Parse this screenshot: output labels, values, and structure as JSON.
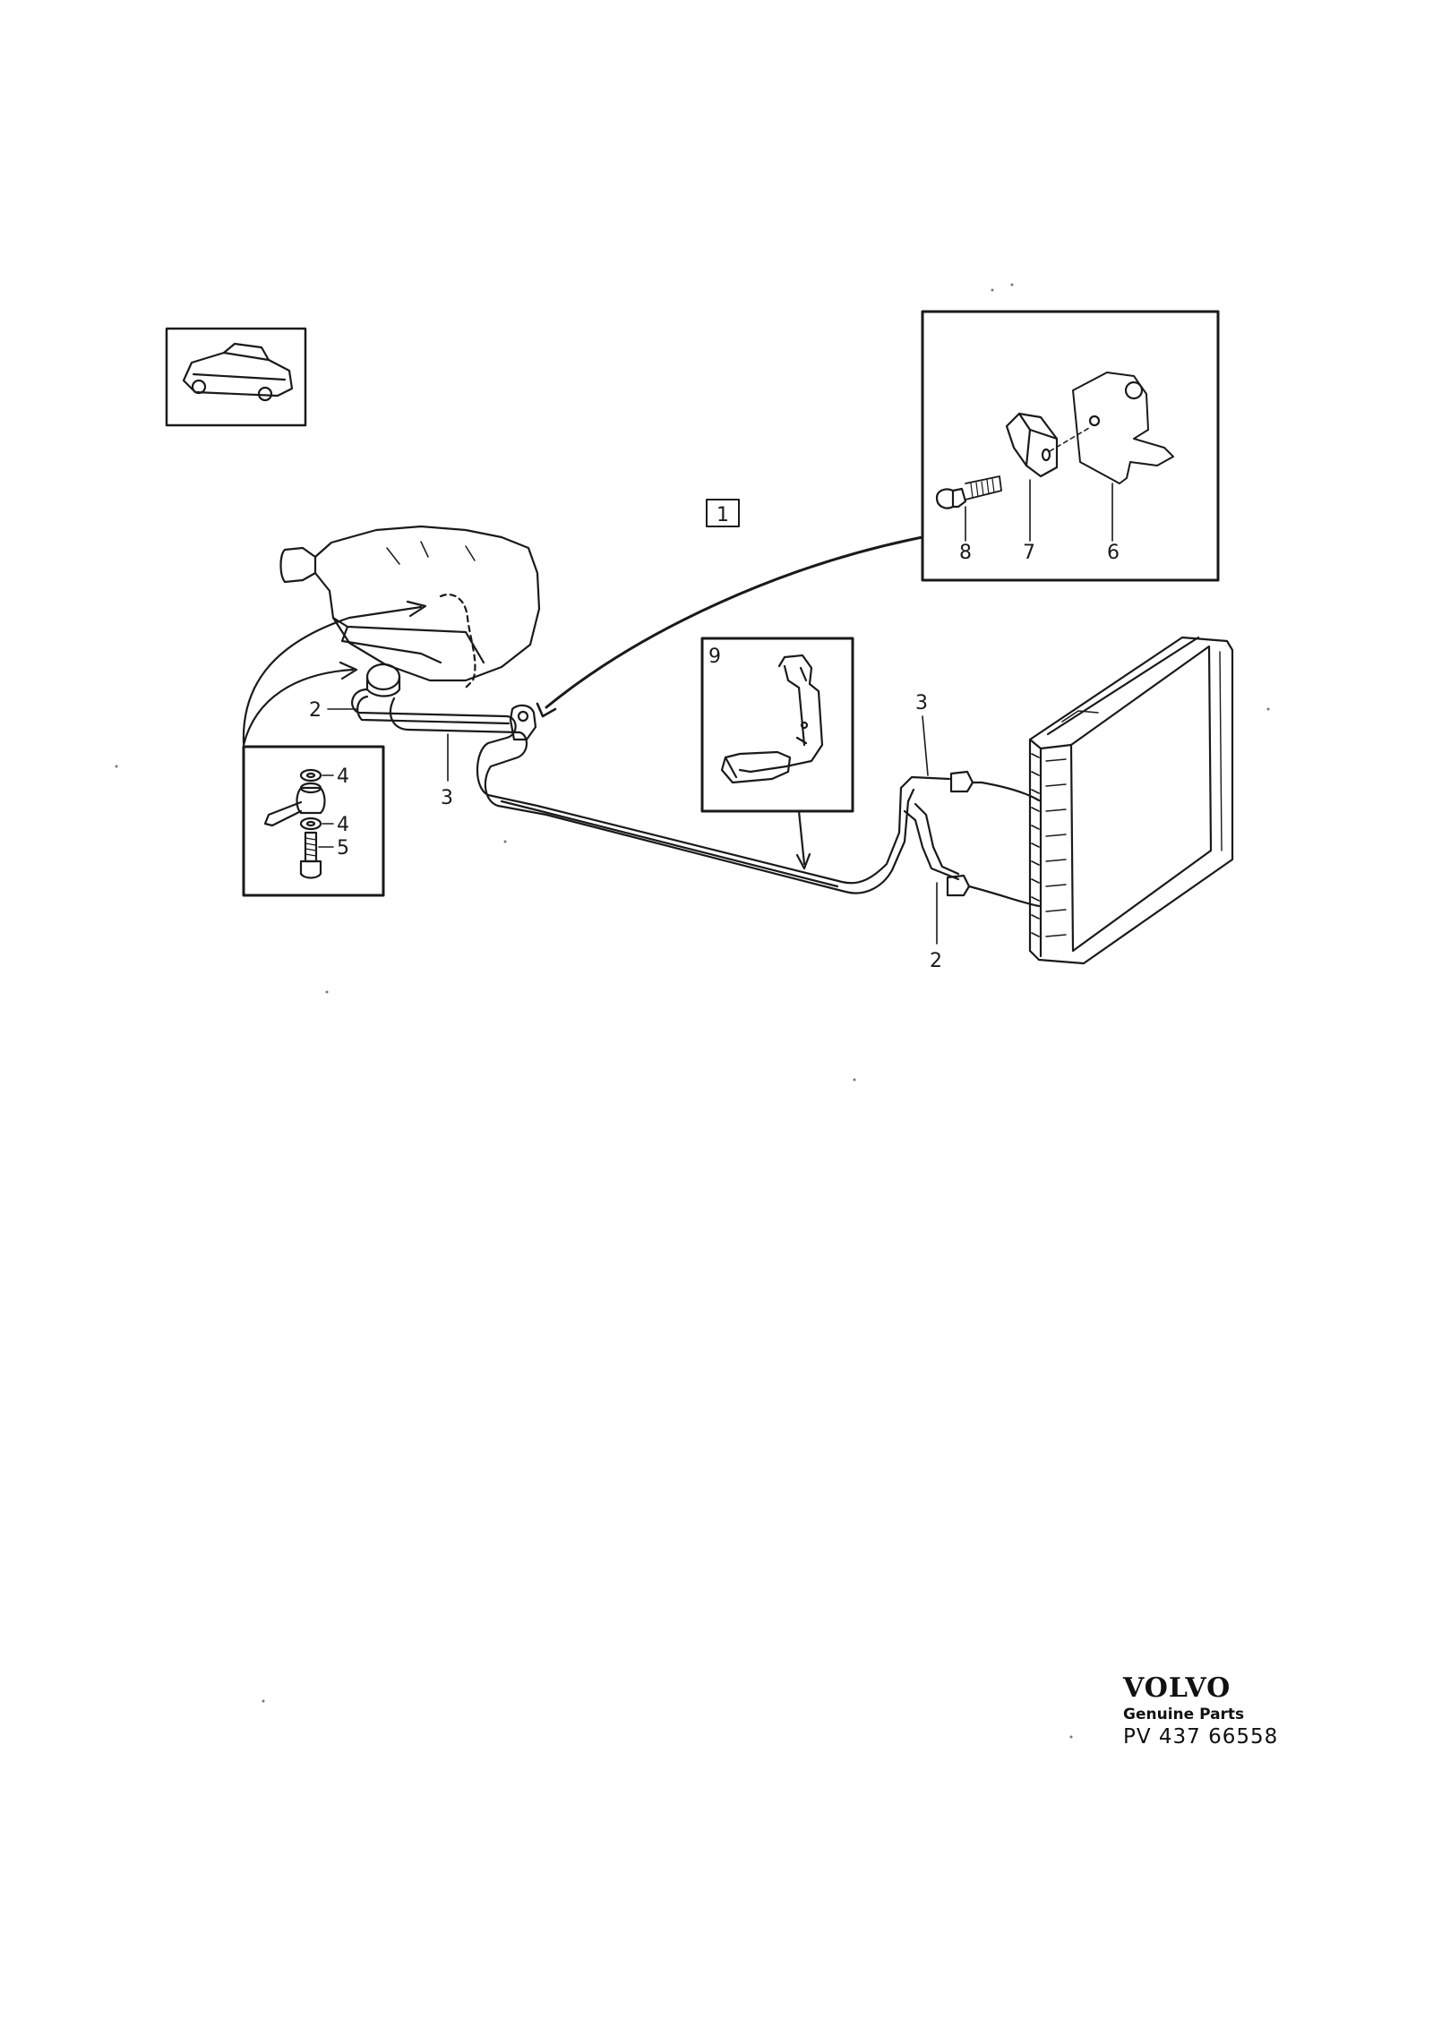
{
  "callouts": {
    "ref_box": "1",
    "inset_bracket": [
      "9",
      "8",
      "7",
      "6"
    ],
    "left_inset": [
      "4",
      "4",
      "5"
    ],
    "main": [
      "2",
      "3",
      "3",
      "2"
    ]
  },
  "brand": {
    "logo": "VOLVO",
    "subtitle": "Genuine Parts",
    "code": "PV 437 66558"
  },
  "colors": {
    "ink": "#1a1a1a",
    "paper": "#ffffff"
  }
}
